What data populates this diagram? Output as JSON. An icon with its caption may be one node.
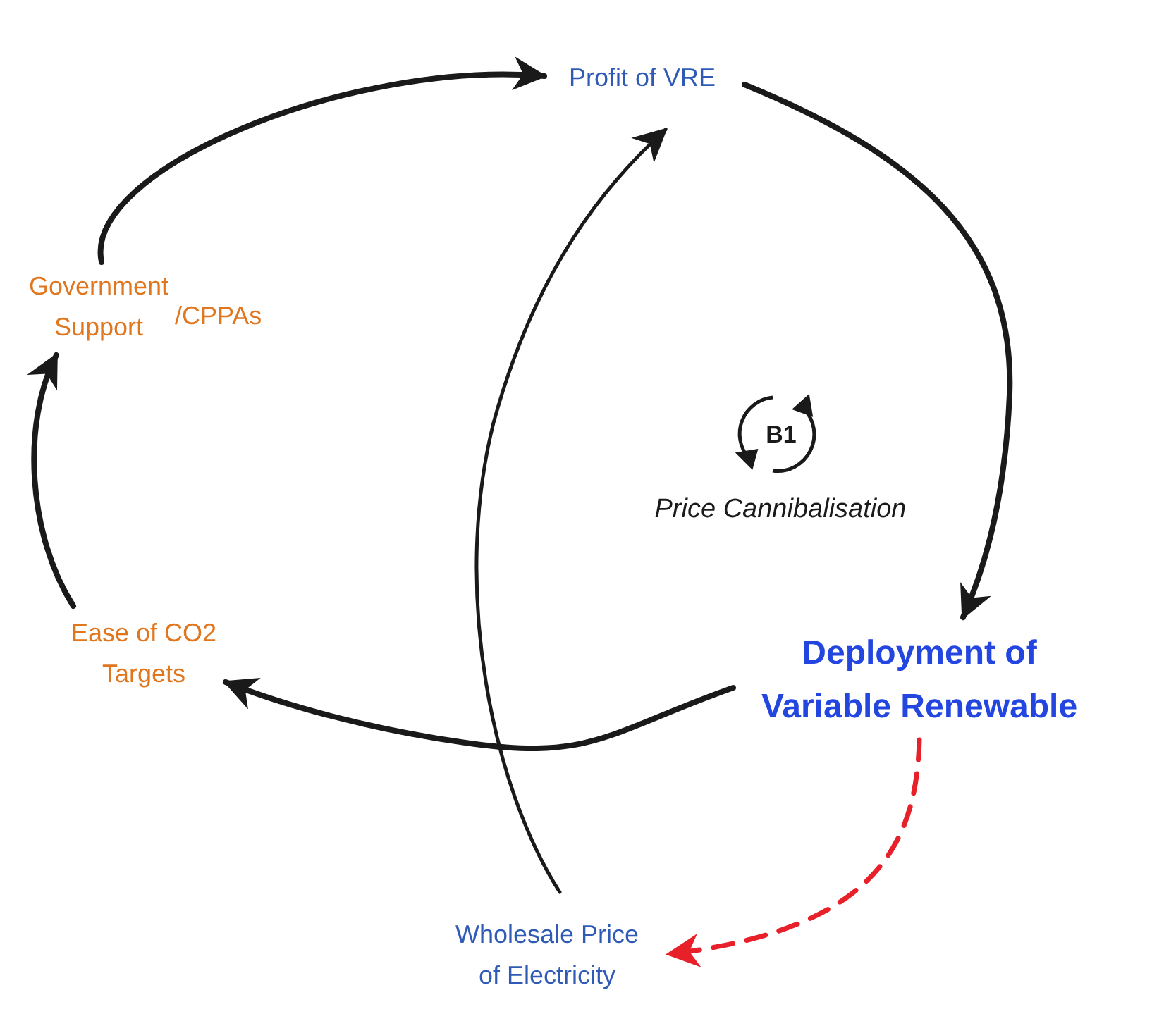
{
  "diagram": {
    "nodes": [
      {
        "text": [
          "Profit of VRE"
        ]
      },
      {
        "text": [
          "Government Support"
        ],
        "beside": [
          "/CPPAs"
        ]
      },
      {
        "text": [
          "Ease of CO2 Targets"
        ]
      },
      {
        "text": [
          "Deployment of Variable Renewable"
        ]
      },
      {
        "text": [
          "Wholesale Price of Electricity"
        ]
      }
    ],
    "edges": [
      {
        "from": 1,
        "to": 0,
        "arrow": "to"
      },
      {
        "from": 0,
        "to": 3,
        "arrow": "to"
      },
      {
        "from": 3,
        "to": 2,
        "arrow": "to"
      },
      {
        "from": 2,
        "to": 1,
        "arrow": "to"
      },
      {
        "from": 4,
        "to": 0,
        "arrow": "to"
      },
      {
        "from": 3,
        "to": 4,
        "arrow": "to",
        "style": "dashed",
        "color": "#e8202a"
      }
    ],
    "labels": [
      "B1",
      "Price Cannibalisation"
    ]
  }
}
